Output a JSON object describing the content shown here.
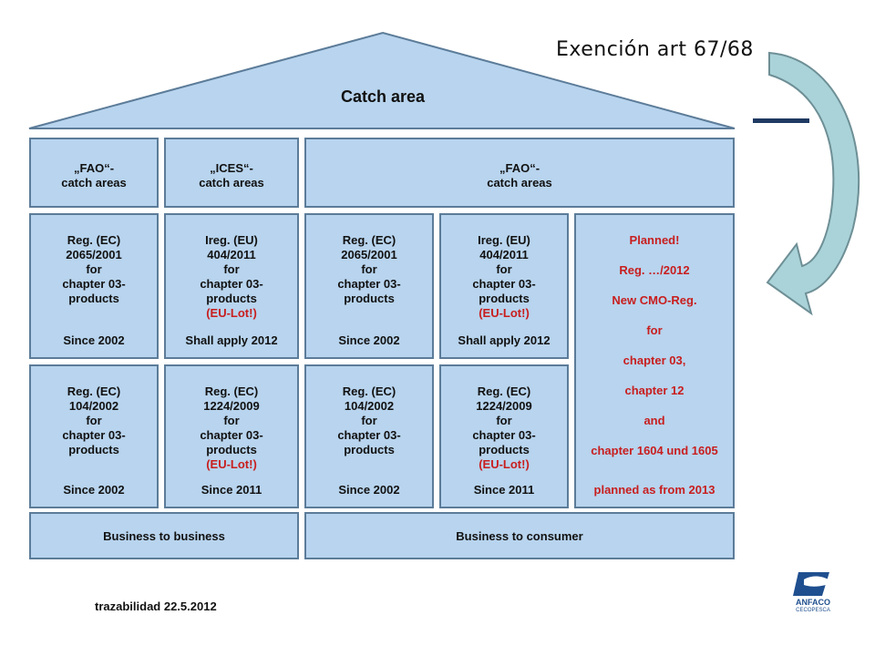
{
  "roof": {
    "title": "Catch area"
  },
  "annotation": {
    "text": "Exención art 67/68"
  },
  "areas": {
    "a1": [
      "„FAO“-",
      "catch areas"
    ],
    "a2": [
      "„ICES“-",
      "catch areas"
    ],
    "a3": [
      "„FAO“-",
      "catch areas"
    ]
  },
  "row1": {
    "c1": {
      "lines": [
        "Reg.  (EC)",
        "2065/2001",
        "for",
        "chapter 03-",
        "products"
      ],
      "since": "Since 2002"
    },
    "c2": {
      "lines": [
        "Ireg.  (EU)",
        "404/2011",
        "for",
        "chapter 03-",
        "products"
      ],
      "red": "(EU-Lot!)",
      "since": "Shall apply  2012"
    },
    "c3": {
      "lines": [
        "Reg.  (EC)",
        "2065/2001",
        "for",
        "chapter 03-",
        "products"
      ],
      "since": "Since 2002"
    },
    "c4": {
      "lines": [
        "Ireg.  (EU)",
        "404/2011",
        "for",
        "chapter 03-",
        "products"
      ],
      "red": "(EU-Lot!)",
      "since": "Shall apply 2012"
    }
  },
  "row2": {
    "c1": {
      "lines": [
        "Reg.  (EC)",
        "104/2002",
        "for",
        "chapter 03-",
        "products"
      ],
      "since": "Since 2002"
    },
    "c2": {
      "lines": [
        "Reg.  (EC)",
        "1224/2009",
        "for",
        "chapter 03-",
        "products"
      ],
      "red": "(EU-Lot!)",
      "since": "Since 2011"
    },
    "c3": {
      "lines": [
        "Reg.  (EC)",
        "104/2002",
        "for",
        "chapter 03-",
        "products"
      ],
      "since": "Since 2002"
    },
    "c4": {
      "lines": [
        "Reg.  (EC)",
        "1224/2009",
        "for",
        "chapter 03-",
        "products"
      ],
      "red": "(EU-Lot!)",
      "since": "Since 2011"
    }
  },
  "planned": {
    "lines": [
      "Planned!",
      "Reg. …/2012",
      "New CMO-Reg.",
      "for",
      "chapter  03,",
      "chapter 12",
      "and",
      "chapter 1604 und 1605"
    ],
    "footer": "planned as from 2013"
  },
  "bottom": {
    "b2b": "Business to business",
    "b2c": "Business to consumer"
  },
  "footer": {
    "text": "trazabilidad 22.5.2012"
  },
  "logo": {
    "name": "ANFACO",
    "sub": "CECOPESCA"
  },
  "colors": {
    "box_fill": "#b8d4ee",
    "box_border": "#5c7c99",
    "red_text": "#c81e1e",
    "arrow_fill": "#a9d3d8",
    "arrow_stroke": "#6e8f96",
    "bar": "#1f3a63"
  }
}
